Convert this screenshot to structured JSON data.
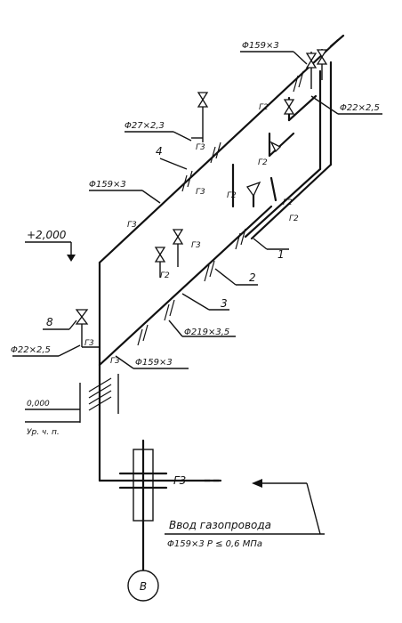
{
  "labels": {
    "d159_top": "Φ159×3",
    "d22_right": "Φ22×2,5",
    "d27": "Φ27×2,3",
    "n4": "4",
    "d159_mid": "Φ159×3",
    "elev_2000": "+2,000",
    "n1": "1",
    "n2": "2",
    "n3": "3",
    "d219": "Φ219×3,5",
    "n8": "8",
    "d22_left": "Φ22×2,5",
    "d159_low": "Φ159×3",
    "elev_0000": "0,000",
    "ground": "Ур. ч. п.",
    "entry_title": "Ввод газопровода",
    "entry_spec": "Φ159×3   Р ≤ 0,6 МПа",
    "node_b": "В"
  },
  "pipe_marks": {
    "g3": "Г3",
    "g2": "Г2"
  }
}
